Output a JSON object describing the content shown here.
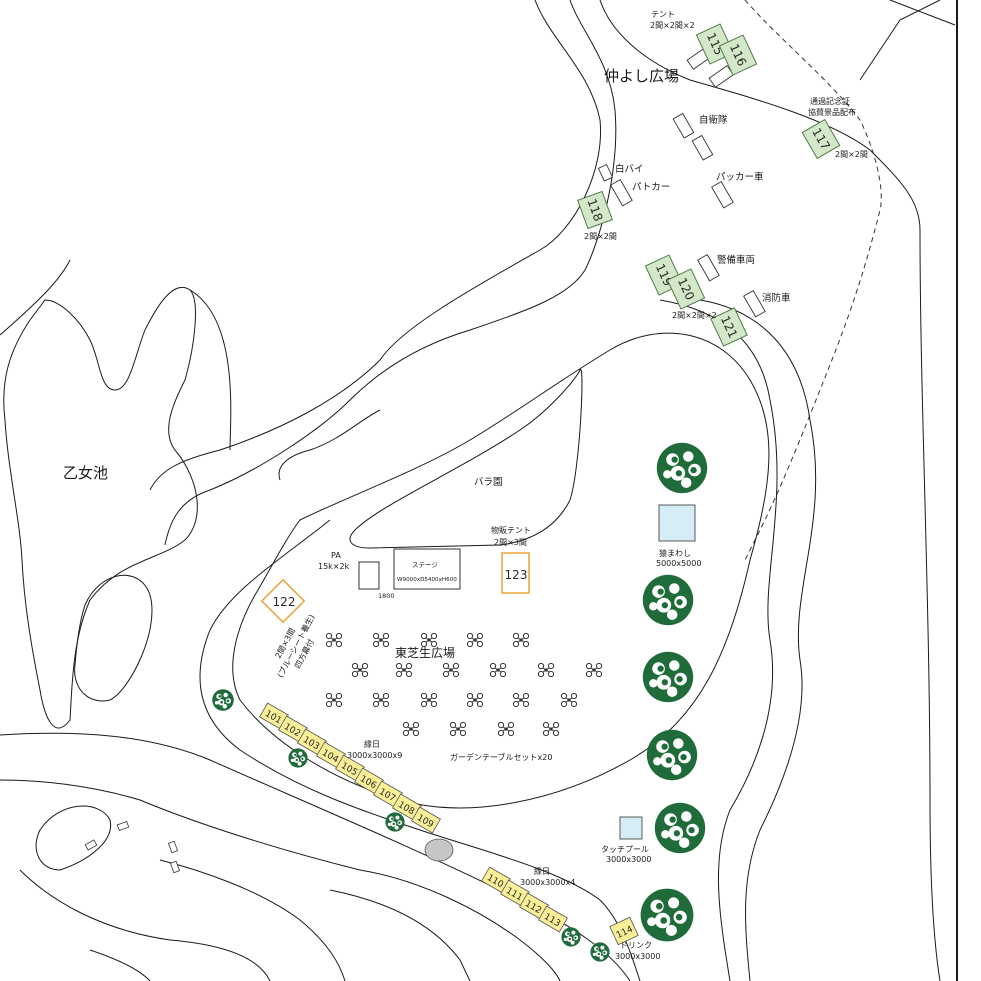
{
  "areas": {
    "pond": "乙女池",
    "nakayoshi_plaza": "仲よし広場",
    "toshiba_lawn": "東芝生広場",
    "rose_garden": "バラ園"
  },
  "booths": {
    "b115": "115",
    "b116": "116",
    "b117": "117",
    "b118": "118",
    "b119": "119",
    "b120": "120",
    "b121": "121",
    "b122": "122",
    "b123": "123",
    "b101": "101",
    "b102": "102",
    "b103": "103",
    "b104": "104",
    "b105": "105",
    "b106": "106",
    "b107": "107",
    "b108": "108",
    "b109": "109",
    "b110": "110",
    "b111": "111",
    "b112": "112",
    "b113": "113",
    "b114": "114"
  },
  "labels": {
    "tent_top_1": "テント",
    "tent_top_2": "2間×2間×2",
    "commemorative_1": "通過記念証",
    "commemorative_2": "協賛景品配布",
    "size_117": "2間×2間",
    "self_defense": "自衛隊",
    "shirobai": "白バイ",
    "patrol_car": "パトカー",
    "packer_truck": "パッカー車",
    "size_118": "2間×2間",
    "security_vehicle": "警備車両",
    "fire_engine": "消防車",
    "size_119_121": "2間×2間×2",
    "sales_tent_1": "物販テント",
    "sales_tent_2": "2間×3間",
    "pa_1": "PA",
    "pa_2": "15k×2k",
    "stage_1": "ステージ",
    "stage_2": "W9000xD5400xH600",
    "stage_depth": "1800",
    "b122_note_1": "2間×3間",
    "b122_note_2": "(ブルーシート養生)",
    "b122_note_3": "四方幕付",
    "monkey_show_1": "猿まわし",
    "monkey_show_2": "5000x5000",
    "fair_1_a": "縁日",
    "fair_1_b": "3000x3000x9",
    "garden_tables": "ガーデンテーブルセットx20",
    "touch_pool_1": "タッチプール",
    "touch_pool_2": "3000x3000",
    "fair_2_a": "縁日",
    "fair_2_b": "3000x3000x4",
    "drink_1": "ドリンク",
    "drink_2": "3000x3000"
  },
  "colors": {
    "green_booth": "#d3e8c9",
    "yellow_booth": "#f8ef97",
    "orange_outline": "#e8a23a",
    "blue_fill": "#d6ecf7",
    "tree_green": "#1f6b3a"
  },
  "icons": {
    "tree": "tree-icon",
    "table_set": "garden-table-icon",
    "rock": "rock-icon"
  }
}
